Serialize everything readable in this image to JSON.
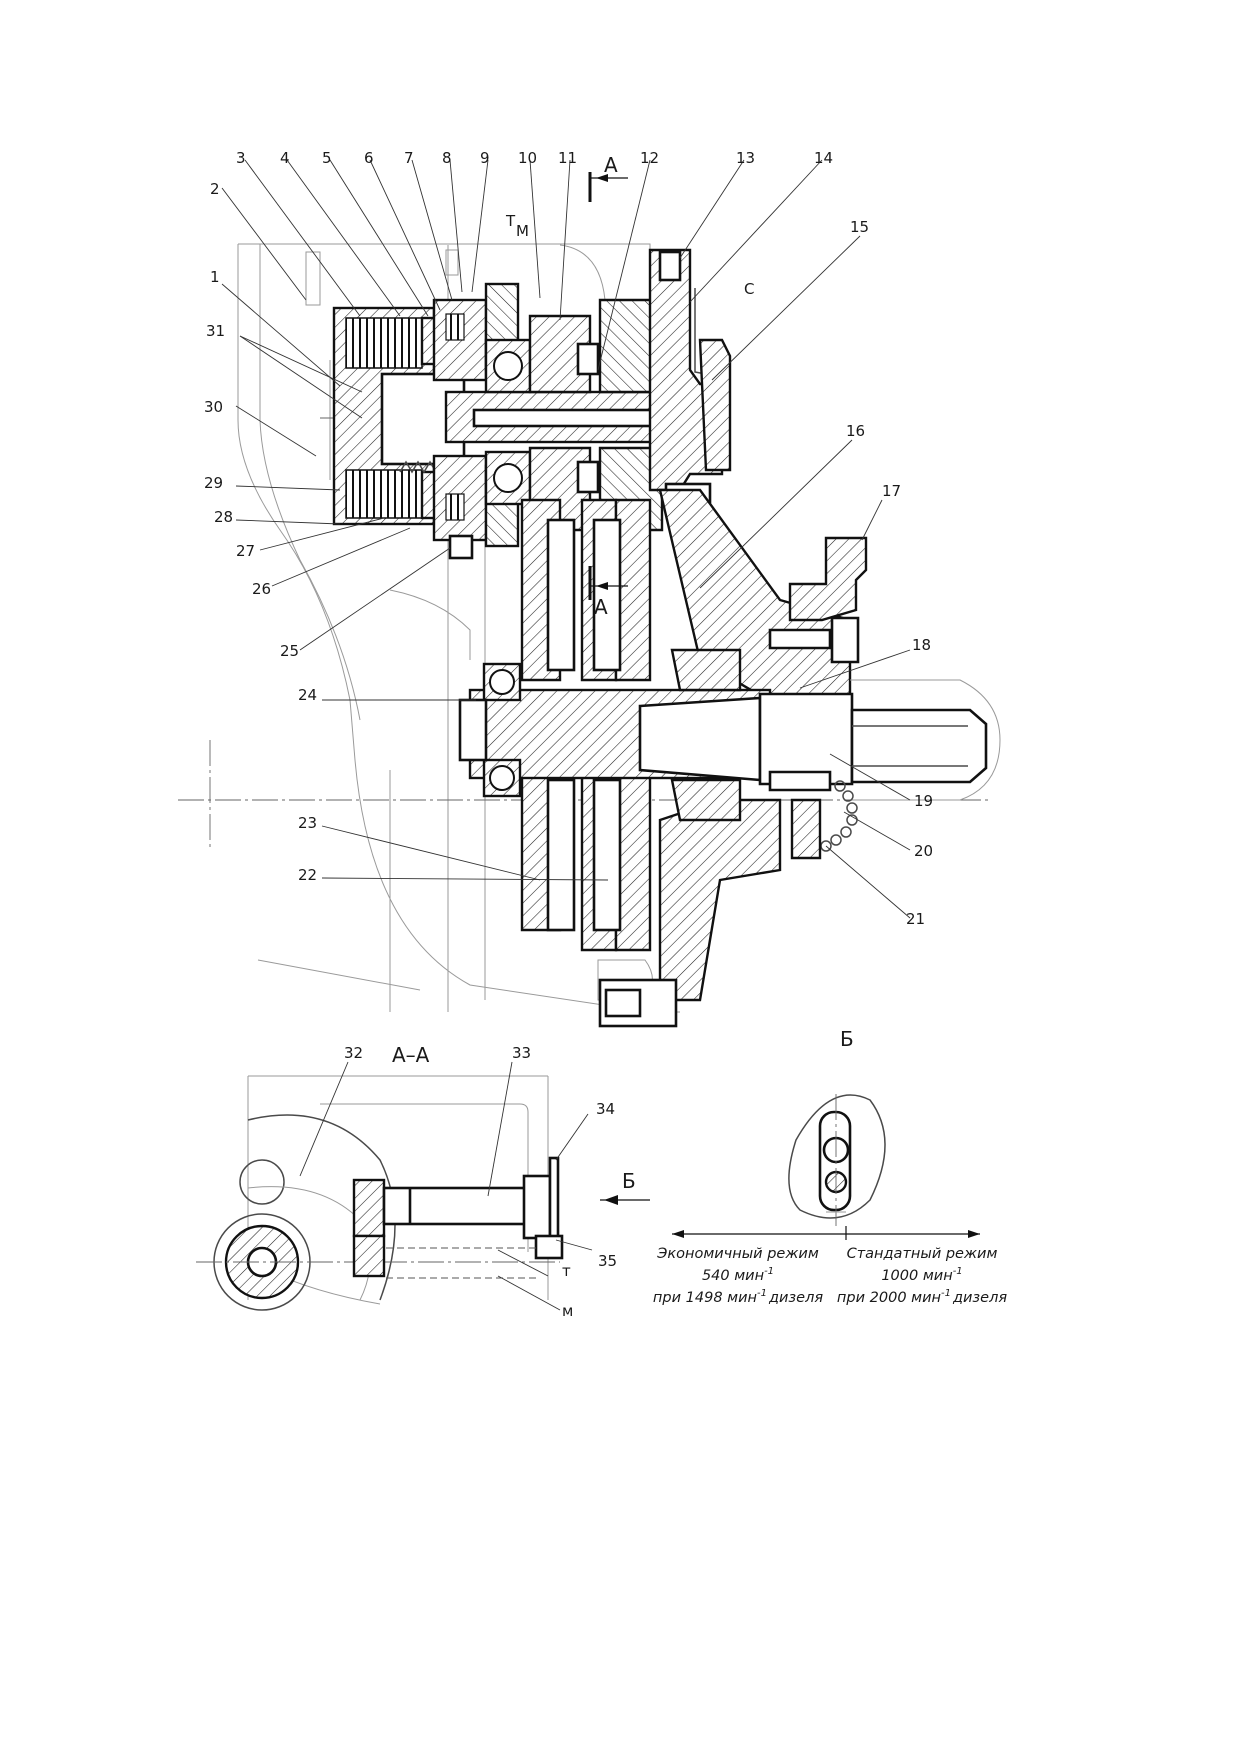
{
  "part_labels": [
    {
      "n": "1"
    },
    {
      "n": "2"
    },
    {
      "n": "3"
    },
    {
      "n": "4"
    },
    {
      "n": "5"
    },
    {
      "n": "6"
    },
    {
      "n": "7"
    },
    {
      "n": "8"
    },
    {
      "n": "9"
    },
    {
      "n": "10"
    },
    {
      "n": "11"
    },
    {
      "n": "12"
    },
    {
      "n": "13"
    },
    {
      "n": "14"
    },
    {
      "n": "15"
    },
    {
      "n": "16"
    },
    {
      "n": "17"
    },
    {
      "n": "18"
    },
    {
      "n": "19"
    },
    {
      "n": "20"
    },
    {
      "n": "21"
    },
    {
      "n": "22"
    },
    {
      "n": "23"
    },
    {
      "n": "24"
    },
    {
      "n": "25"
    },
    {
      "n": "26"
    },
    {
      "n": "27"
    },
    {
      "n": "28"
    },
    {
      "n": "29"
    },
    {
      "n": "30"
    },
    {
      "n": "31"
    },
    {
      "n": "32"
    },
    {
      "n": "33"
    },
    {
      "n": "34"
    },
    {
      "n": "35"
    }
  ],
  "letters": {
    "section_mark": "А",
    "port_t": "Т",
    "port_m": "М",
    "port_c": "С",
    "section_title": "А–А",
    "view_title": "Б",
    "view_arrow": "Б",
    "port_t_small": "т",
    "port_m_small": "м"
  },
  "modes": {
    "economy": {
      "title": "Экономичный режим",
      "speed": "540 мин",
      "speed_exp": "-1",
      "engine_pre": "при 1498 мин",
      "engine_exp": "-1",
      "engine_post": "дизеля"
    },
    "standard": {
      "title": "Стандатный режим",
      "speed": "1000 мин",
      "speed_exp": "-1",
      "engine_pre": "при 2000 мин",
      "engine_exp": "-1",
      "engine_post": "дизеля"
    }
  }
}
